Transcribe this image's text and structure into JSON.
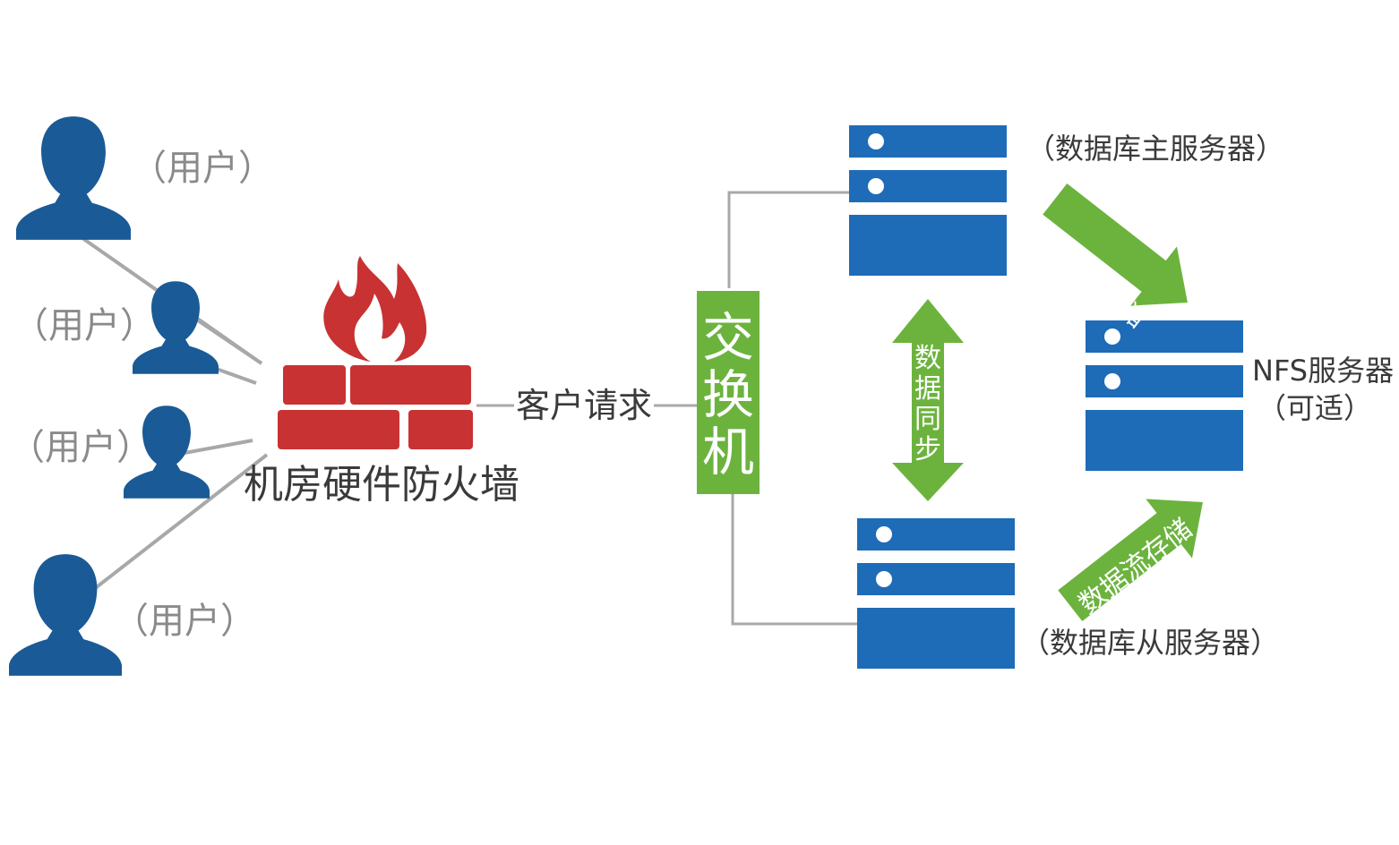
{
  "users": [
    {
      "label": "（用户）"
    },
    {
      "label": "（用户）"
    },
    {
      "label": "（用户）"
    },
    {
      "label": "（用户）"
    }
  ],
  "firewall": {
    "label": "机房硬件防火墙"
  },
  "connection": {
    "label": "客户请求"
  },
  "switch": {
    "label": "交换机"
  },
  "db_master": {
    "label": "（数据库主服务器）"
  },
  "db_slave": {
    "label": "（数据库从服务器）"
  },
  "sync": {
    "label": "数据同步"
  },
  "nfs": {
    "title": "NFS服务器",
    "subtitle": "（可适）"
  },
  "flows": [
    {
      "label": "数据流存储"
    },
    {
      "label": "数据流存储"
    }
  ],
  "colors": {
    "user_icon": "#1a5a96",
    "firewall_red": "#c83232",
    "switch_green": "#6cb33e",
    "server_blue": "#1e6bb8",
    "line_gray": "#a8a8a8"
  },
  "icons": {
    "user": "person-silhouette-icon",
    "firewall": "firewall-brick-flame-icon",
    "server": "server-rack-icon"
  }
}
